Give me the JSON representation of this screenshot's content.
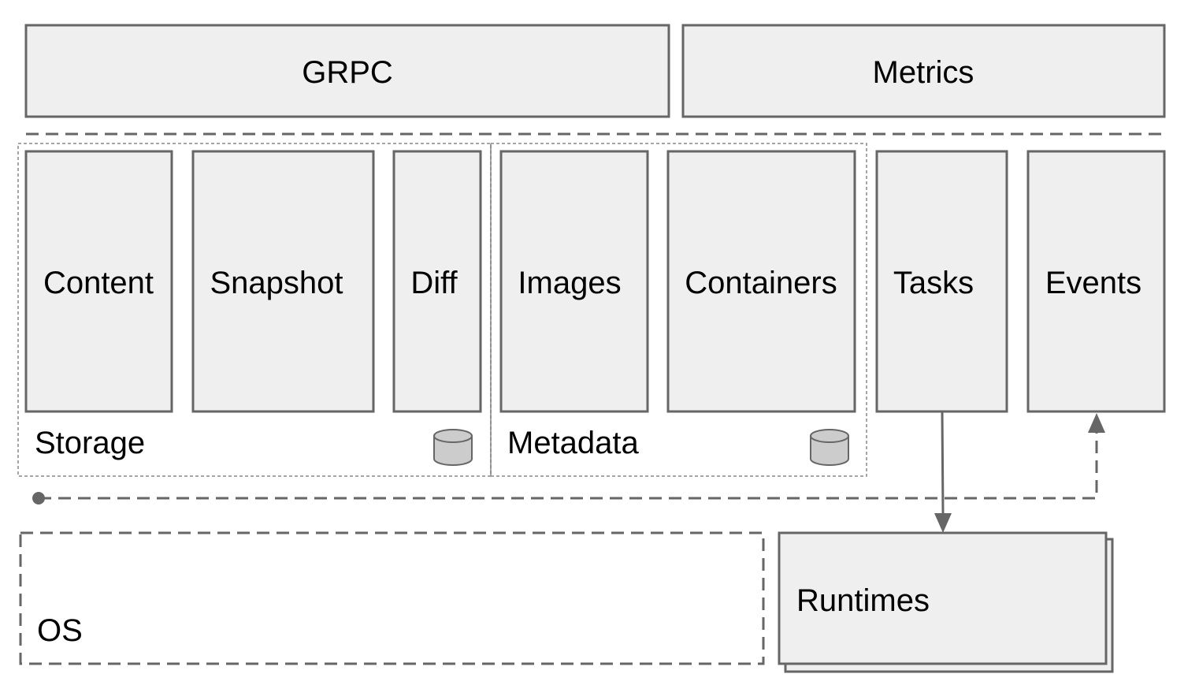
{
  "diagram": {
    "top": {
      "grpc": "GRPC",
      "metrics": "Metrics"
    },
    "services": {
      "content": "Content",
      "snapshot": "Snapshot",
      "diff": "Diff",
      "images": "Images",
      "containers": "Containers",
      "tasks": "Tasks",
      "events": "Events"
    },
    "groups": {
      "storage": "Storage",
      "metadata": "Metadata"
    },
    "bottom": {
      "os": "OS",
      "runtimes": "Runtimes"
    }
  }
}
